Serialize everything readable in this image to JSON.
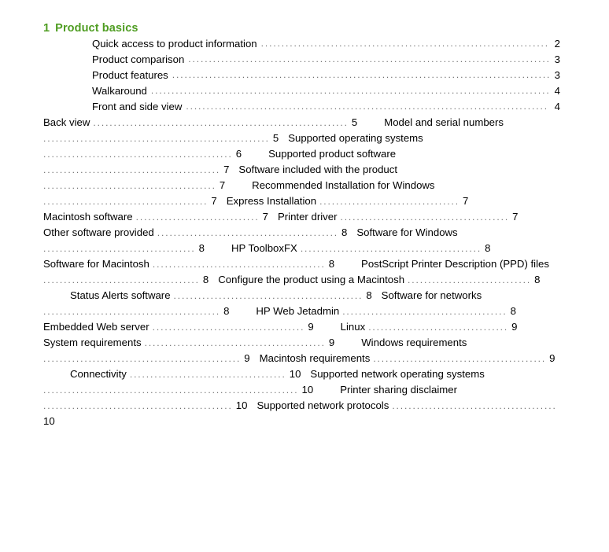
{
  "document": {
    "type": "table-of-contents",
    "background_color": "#ffffff",
    "text_color": "#000000",
    "heading_color": "#4f9d22",
    "leader_character": "."
  },
  "chapter": {
    "number": "1",
    "title": "Product basics"
  },
  "top_entries": [
    {
      "title": "Quick access to product information",
      "page": "2"
    },
    {
      "title": "Product comparison",
      "page": "3"
    },
    {
      "title": "Product features",
      "page": "3"
    },
    {
      "title": "Walkaround",
      "page": "4"
    },
    {
      "title": "Front and side view",
      "page": "4"
    }
  ],
  "flow_entries": [
    {
      "title": "Back view",
      "page": "5"
    },
    {
      "title": "Model and serial numbers",
      "page": "5"
    },
    {
      "title": "Supported operating systems",
      "page": "6"
    },
    {
      "title": "Supported product software",
      "page": "7"
    },
    {
      "title": "Software included with the product",
      "page": "7"
    },
    {
      "title": "Recommended Installation for Windows",
      "page": "7"
    },
    {
      "title": "Express Installation",
      "page": "7"
    },
    {
      "title": "Macintosh software",
      "page": "7"
    },
    {
      "title": "Printer driver",
      "page": "7"
    },
    {
      "title": "Other software provided",
      "page": "8"
    },
    {
      "title": "Software for Windows",
      "page": "8"
    },
    {
      "title": "HP ToolboxFX",
      "page": "8"
    },
    {
      "title": "Software for Macintosh",
      "page": "8"
    },
    {
      "title": "PostScript Printer Description (PPD) files",
      "page": "8"
    },
    {
      "title": "Configure the product using a Macintosh",
      "page": "8"
    },
    {
      "title": "Status Alerts software",
      "page": "8"
    },
    {
      "title": "Software for networks",
      "page": "8"
    },
    {
      "title": "HP Web Jetadmin",
      "page": "8"
    },
    {
      "title": "Embedded Web server",
      "page": "9"
    },
    {
      "title": "Linux",
      "page": "9"
    },
    {
      "title": "System requirements",
      "page": "9"
    },
    {
      "title": "Windows requirements",
      "page": "9"
    },
    {
      "title": "Macintosh requirements",
      "page": "9"
    },
    {
      "title": "Connectivity",
      "page": "10"
    },
    {
      "title": "Supported network operating systems",
      "page": "10"
    },
    {
      "title": "Printer sharing disclaimer",
      "page": "10"
    },
    {
      "title": "Supported network protocols",
      "page": "10"
    }
  ]
}
